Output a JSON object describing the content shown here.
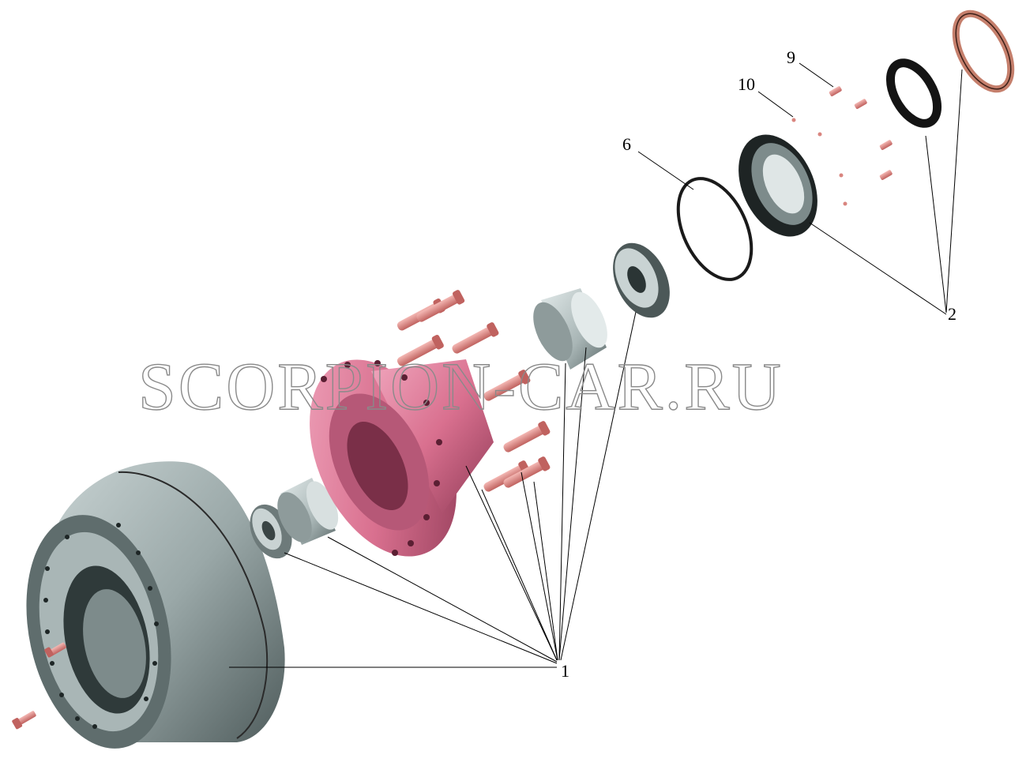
{
  "watermark": "SCORPION-CAR.RU",
  "callouts": [
    {
      "id": "1",
      "label": "1"
    },
    {
      "id": "2",
      "label": "2"
    },
    {
      "id": "6",
      "label": "6"
    },
    {
      "id": "9",
      "label": "9"
    },
    {
      "id": "10",
      "label": "10"
    }
  ],
  "colors": {
    "hub": "#d9708f",
    "hub_dark": "#8f3a56",
    "bolt": "#e0908e",
    "steel": "#a9b6b6",
    "steel_dark": "#3e4a4a",
    "seal_dark": "#1a1a1a",
    "ring_copper": "#c57f6c"
  }
}
